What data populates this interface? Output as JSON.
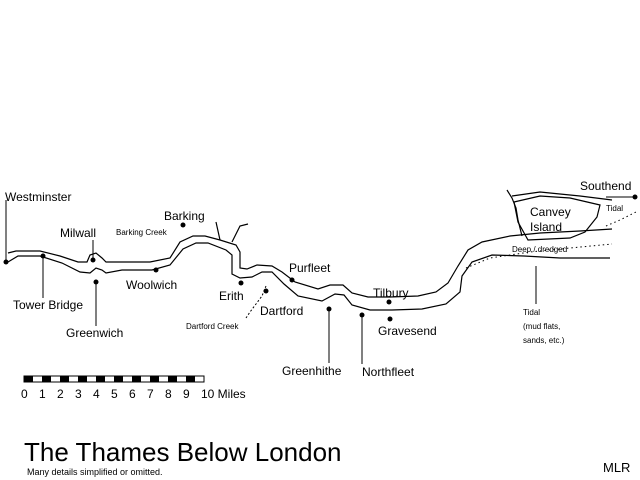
{
  "title": "The Thames Below London",
  "subtitle": "Many details simplified or omitted.",
  "author": "MLR",
  "places": {
    "westminster": "Westminster",
    "tower_bridge": "Tower Bridge",
    "millwall": "Milwall",
    "greenwich": "Greenwich",
    "woolwich": "Woolwich",
    "barking": "Barking",
    "barking_creek": "Barking Creek",
    "erith": "Erith",
    "dartford": "Dartford",
    "dartford_creek": "Dartford Creek",
    "purfleet": "Purfleet",
    "greenhithe": "Greenhithe",
    "tilbury": "Tilbury",
    "gravesend": "Gravesend",
    "northfleet": "Northfleet",
    "canvey_island": [
      "Canvey",
      "Island"
    ],
    "southend": "Southend",
    "tidal_top": "Tidal",
    "deep_dredged": "Deep / dredged",
    "tidal_note": [
      "Tidal",
      "(mud flats,",
      "sands, etc.)"
    ]
  },
  "scale": {
    "ticks": [
      "0",
      "1",
      "2",
      "3",
      "4",
      "5",
      "6",
      "7",
      "8",
      "9",
      "10 Miles"
    ],
    "unit": "Miles"
  },
  "colors": {
    "ink": "#000000",
    "paper": "#ffffff"
  }
}
